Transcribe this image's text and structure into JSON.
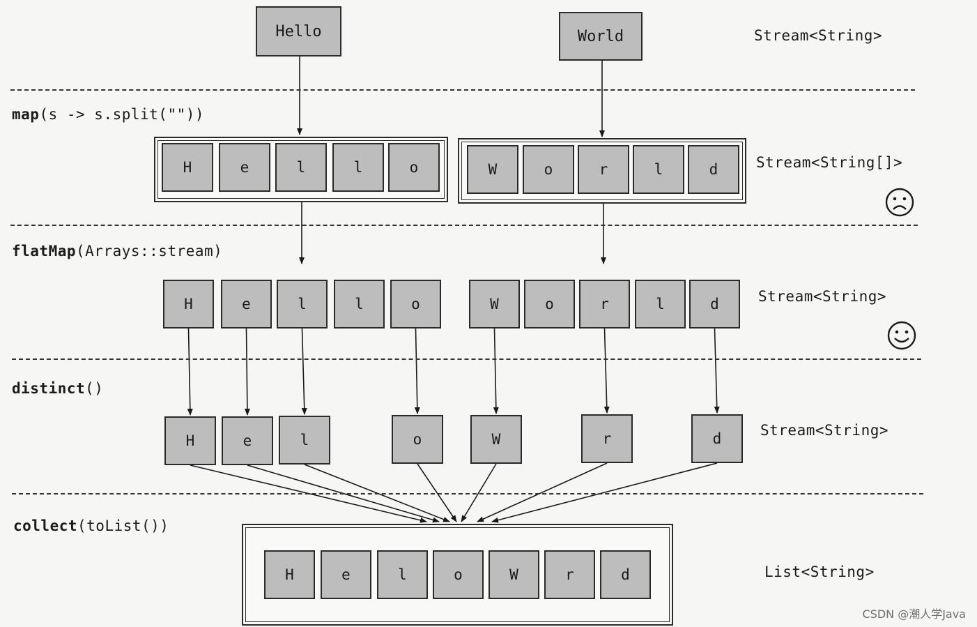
{
  "top_words": [
    "Hello",
    "World"
  ],
  "operations": {
    "map": {
      "name": "map",
      "args": "(s -> s.split(\"\"))"
    },
    "flatmap": {
      "name": "flatMap",
      "args": "(Arrays::stream)"
    },
    "distinct": {
      "name": "distinct",
      "args": "()"
    },
    "collect": {
      "name": "collect",
      "args": "(toList())"
    }
  },
  "type_labels": {
    "row1": "Stream<String>",
    "row2": "Stream<String[]>",
    "row3": "Stream<String>",
    "row4": "Stream<String>",
    "row5": "List<String>"
  },
  "arrays": {
    "hello": [
      "H",
      "e",
      "l",
      "l",
      "o"
    ],
    "world": [
      "W",
      "o",
      "r",
      "l",
      "d"
    ]
  },
  "flat_chars": [
    "H",
    "e",
    "l",
    "l",
    "o",
    "W",
    "o",
    "r",
    "l",
    "d"
  ],
  "distinct_chars": [
    "H",
    "e",
    "l",
    "o",
    "W",
    "r",
    "d"
  ],
  "list_chars": [
    "H",
    "e",
    "l",
    "o",
    "W",
    "r",
    "d"
  ],
  "faces": {
    "row2": "sad-face",
    "row3": "happy-face"
  },
  "watermark": "CSDN @潮人学Java"
}
